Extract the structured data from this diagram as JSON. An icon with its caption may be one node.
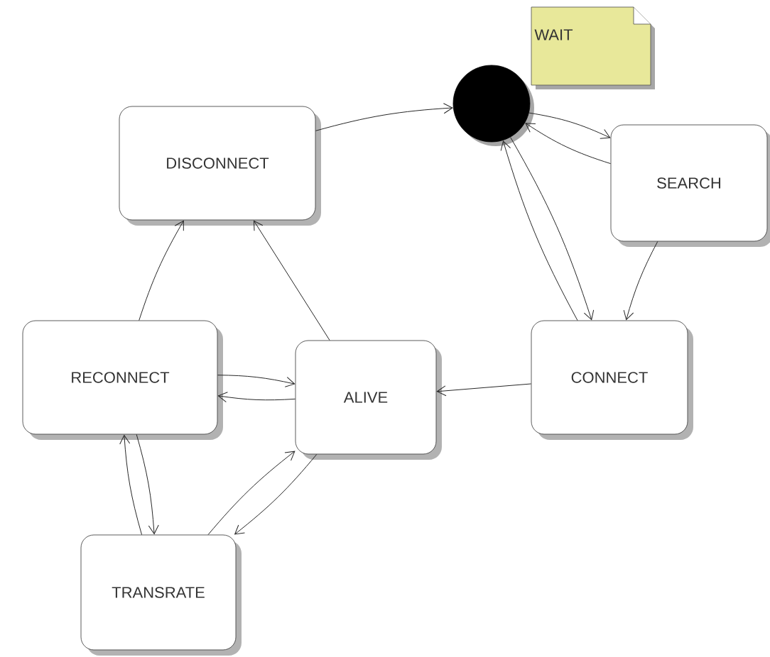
{
  "diagram": {
    "nodes": [
      {
        "text": [
          "WAIT"
        ]
      },
      {
        "text": [],
        "shape": "circle"
      },
      {
        "text": [
          "DISCONNECT"
        ]
      },
      {
        "text": [
          "SEARCH"
        ]
      },
      {
        "text": [
          "CONNECT"
        ]
      },
      {
        "text": [
          "RECONNECT"
        ]
      },
      {
        "text": [
          "ALIVE"
        ]
      },
      {
        "text": [
          "TRANSRATE"
        ]
      }
    ],
    "edges": [
      {
        "from": 2,
        "to": 1,
        "arrow": "to"
      },
      {
        "from": 1,
        "to": 3,
        "arrow": "to"
      },
      {
        "from": 3,
        "to": 1,
        "arrow": "to"
      },
      {
        "from": 1,
        "to": 4,
        "arrow": "to"
      },
      {
        "from": 4,
        "to": 1,
        "arrow": "to"
      },
      {
        "from": 3,
        "to": 4,
        "arrow": "to"
      },
      {
        "from": 4,
        "to": 6,
        "arrow": "to"
      },
      {
        "from": 6,
        "to": 2,
        "arrow": "to"
      },
      {
        "from": 5,
        "to": 2,
        "arrow": "to"
      },
      {
        "from": 5,
        "to": 6,
        "arrow": "to"
      },
      {
        "from": 6,
        "to": 5,
        "arrow": "to"
      },
      {
        "from": 5,
        "to": 7,
        "arrow": "to"
      },
      {
        "from": 7,
        "to": 5,
        "arrow": "to"
      },
      {
        "from": 7,
        "to": 6,
        "arrow": "to"
      },
      {
        "from": 6,
        "to": 7,
        "arrow": "to"
      }
    ]
  }
}
